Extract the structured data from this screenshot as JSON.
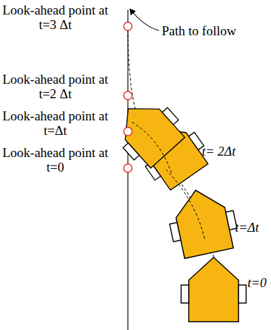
{
  "diagram": {
    "labels": [
      "Look-ahead point at t=3 Δt",
      "Path to follow",
      "Look-ahead point at t=2 Δt",
      "Look-ahead point at t=Δt",
      "Look-ahead point at t=0",
      "t= 2Δt",
      "t=Δt",
      "t=0"
    ]
  }
}
